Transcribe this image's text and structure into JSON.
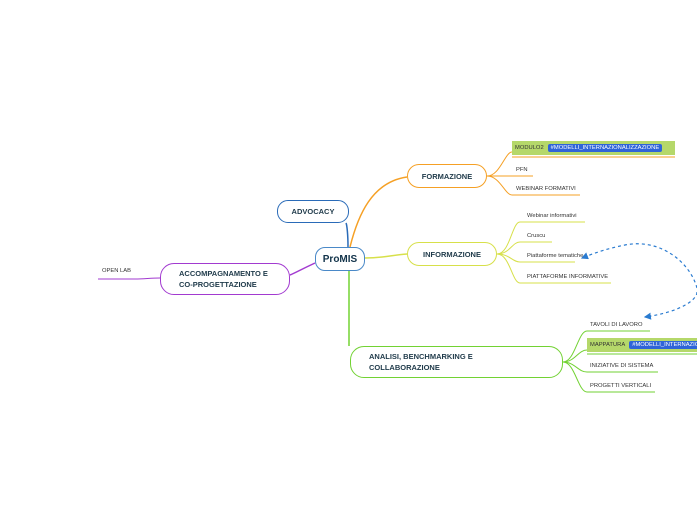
{
  "center": "ProMIS",
  "branches": {
    "advocacy": "ADVOCACY",
    "formazione": "FORMAZIONE",
    "informazione": "INFORMAZIONE",
    "accompagnamento": [
      "ACCOMPAGNAMENTO E",
      "CO-PROGETTAZIONE"
    ],
    "analisi": [
      "ANALISI, BENCHMARKING E",
      "COLLABORAZIONE"
    ]
  },
  "formazione_items": {
    "modulo": "MODULO2",
    "modulo_tag": "#MODELLI_INTERNAZIONALIZZAZIONE",
    "pfn": "PFN",
    "webinar": "WEBINAR FORMATIVI"
  },
  "informazione_items": [
    "Webinar informativi",
    "Cruscu",
    "Piattaforme tematiche",
    "PIATTAFORME INFORMATIVE"
  ],
  "accompagnamento_items": [
    "OPEN LAB"
  ],
  "analisi_items": {
    "tavoli": "TAVOLI DI LAVORO",
    "mappatura": "MAPPATURA",
    "mappatura_tag": "#MODELLI_INTERNAZIO",
    "iniziative": "INIZIATIVE DI SISTEMA",
    "progetti": "PROGETTI VERTICALI"
  },
  "colors": {
    "center": "#4a89c8",
    "advocacy": "#2a6bb8",
    "formazione": "#f5a025",
    "informazione": "#d7e04a",
    "accompagnamento": "#a23ad0",
    "analisi": "#72d233",
    "highlight": "#b5d86a",
    "tag": "#2f64d8",
    "relation": "#2a7bd0"
  }
}
